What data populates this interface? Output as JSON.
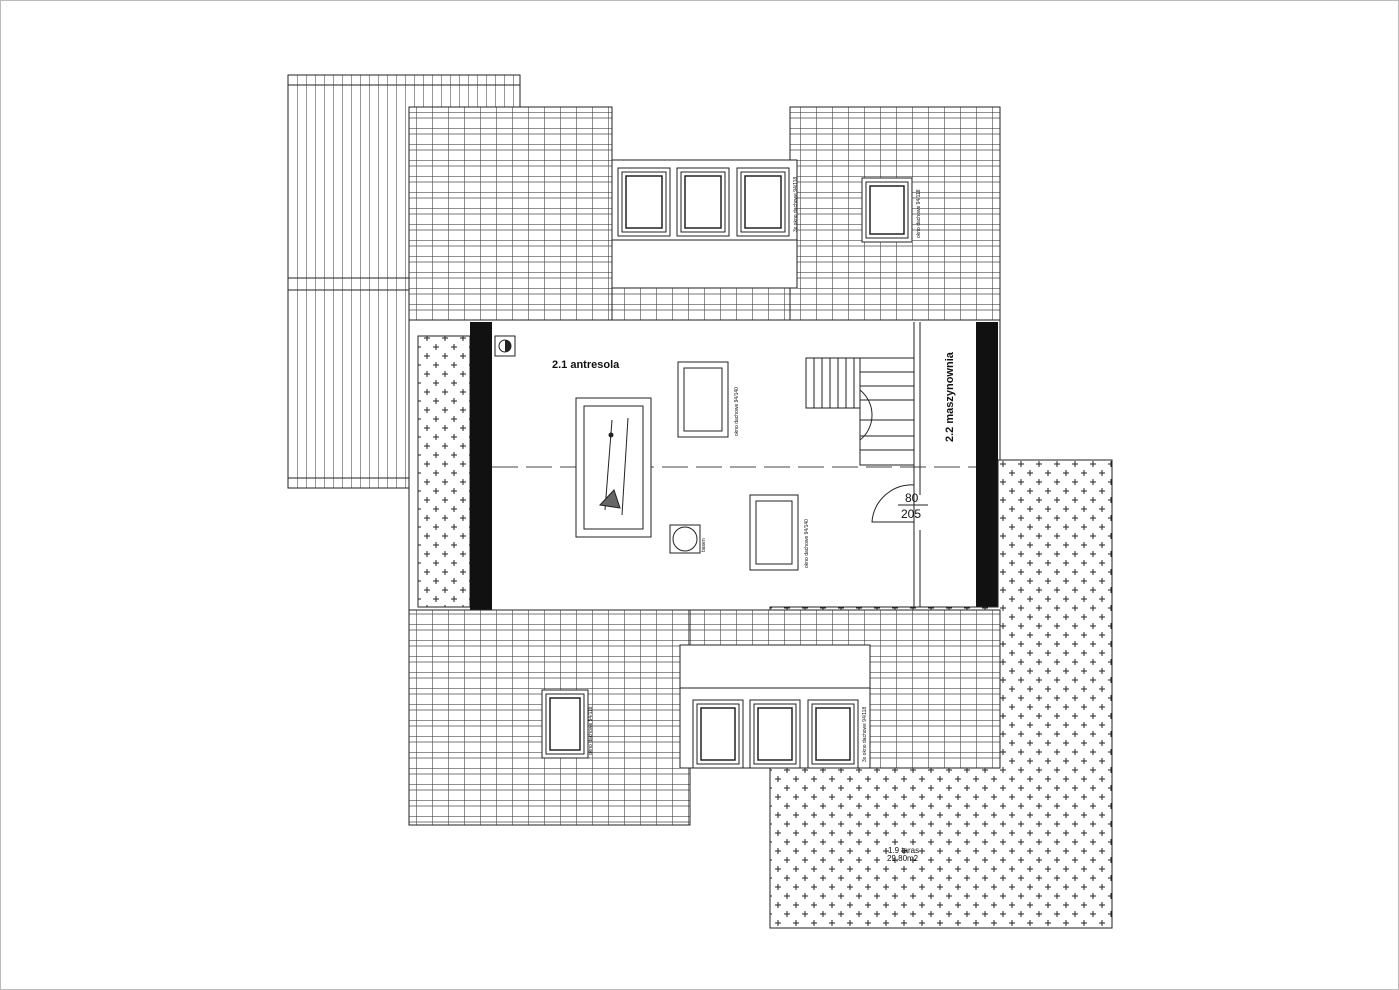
{
  "rooms": {
    "antresola": "2.1 antresola",
    "maszynownia": "2.2 maszynownia",
    "taras_name": "1.9 taras",
    "taras_area": "29,80m2"
  },
  "door": {
    "width": "80",
    "height": "205"
  },
  "labels": {
    "window_single_118": "okno dachowe 94/118",
    "window_triple_118": "3x okno dachowe 94/118",
    "window_140": "okno dachowe 94/140",
    "basin": "basen"
  }
}
